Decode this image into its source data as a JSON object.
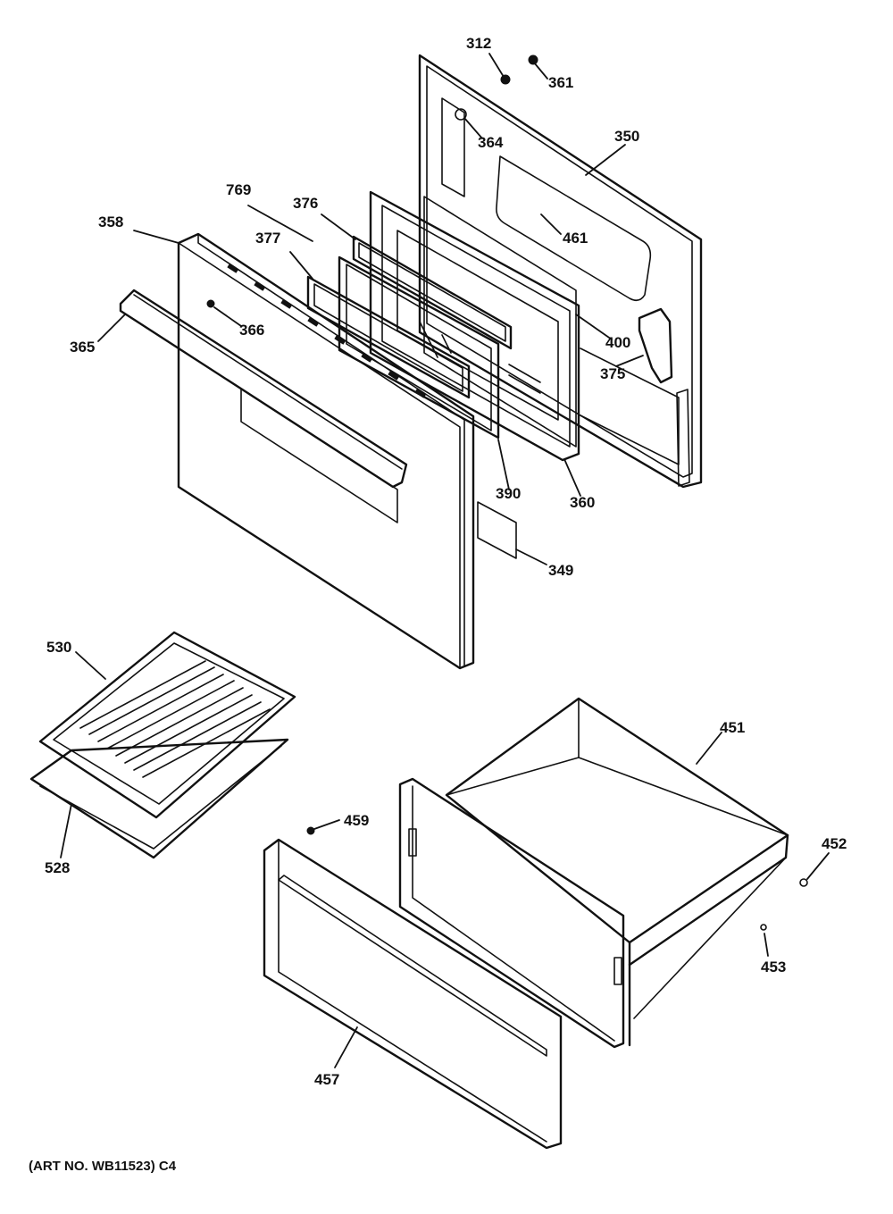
{
  "caption": "(ART NO. WB11523) C4",
  "callouts": {
    "c312": "312",
    "c361": "361",
    "c364": "364",
    "c350": "350",
    "c769": "769",
    "c376": "376",
    "c461": "461",
    "c358": "358",
    "c377": "377",
    "c365": "365",
    "c366": "366",
    "c400": "400",
    "c375": "375",
    "c390": "390",
    "c360": "360",
    "c349": "349",
    "c530": "530",
    "c528": "528",
    "c451": "451",
    "c459": "459",
    "c452": "452",
    "c453": "453",
    "c457": "457"
  }
}
